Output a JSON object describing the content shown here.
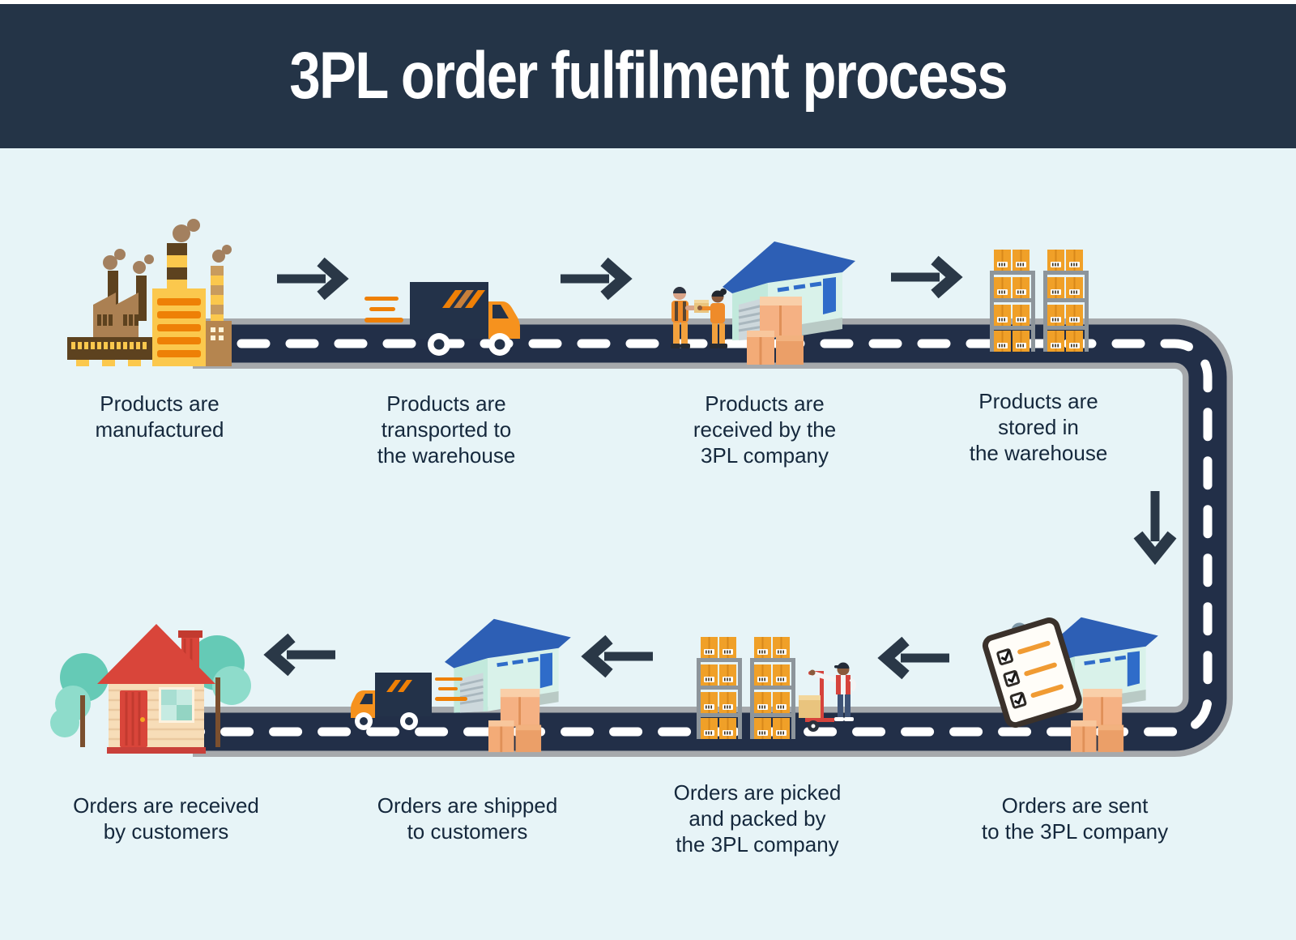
{
  "title": "3PL order fulfilment process",
  "steps": [
    {
      "label": "Products are\nmanufactured",
      "icon": "factory-icon"
    },
    {
      "label": "Products are\ntransported to\nthe warehouse",
      "icon": "delivery-truck-icon"
    },
    {
      "label": "Products are\nreceived by the\n3PL company",
      "icon": "warehouse-receiving-icon"
    },
    {
      "label": "Products are\nstored in\nthe warehouse",
      "icon": "storage-rack-icon"
    },
    {
      "label": "Orders are sent\nto the 3PL company",
      "icon": "order-checklist-icon"
    },
    {
      "label": "Orders are picked\nand packed by\nthe 3PL company",
      "icon": "picking-packing-icon"
    },
    {
      "label": "Orders are shipped\nto customers",
      "icon": "shipping-truck-icon"
    },
    {
      "label": "Orders are received\nby customers",
      "icon": "customer-house-icon"
    }
  ],
  "colors": {
    "background": "#e7f4f7",
    "header": "#243447",
    "title_text": "#ffffff",
    "road_asphalt": "#222f48",
    "road_edge": "#a6a9ac",
    "road_dash": "#ffffff",
    "arrow": "#2a3847",
    "label_text": "#15283c",
    "accent_orange": "#f0911e",
    "warehouse_roof_blue": "#2d5fb5",
    "warehouse_mint": "#c2e9dc",
    "house_red": "#d9453a",
    "box_peach": "#f5b183",
    "crate_orange": "#f0a028"
  }
}
